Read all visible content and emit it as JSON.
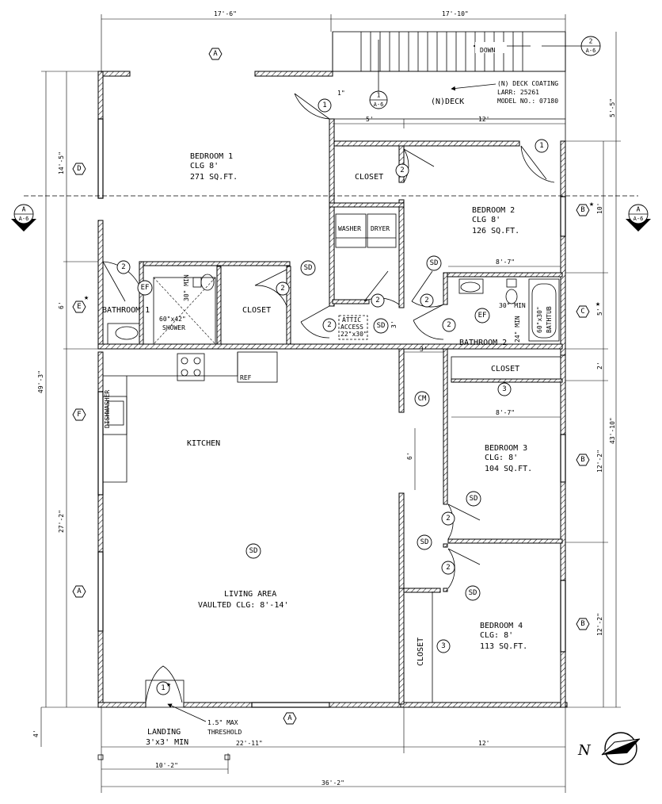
{
  "rooms": {
    "bedroom1": {
      "name": "BEDROOM 1",
      "clg": "CLG 8'",
      "area": "271 SQ.FT."
    },
    "bedroom2": {
      "name": "BEDROOM 2",
      "clg": "CLG 8'",
      "area": "126 SQ.FT."
    },
    "bedroom3": {
      "name": "BEDROOM 3",
      "clg": "CLG: 8'",
      "area": "104 SQ.FT."
    },
    "bedroom4": {
      "name": "BEDROOM 4",
      "clg": "CLG: 8'",
      "area": "113 SQ.FT."
    },
    "bathroom1": "BATHROOM 1",
    "bathroom2": "BATHROOM 2",
    "kitchen": "KITCHEN",
    "living": {
      "name": "LIVING AREA",
      "clg": "VAULTED CLG: 8'-14'"
    },
    "closet": "CLOSET",
    "deck": "(N)DECK",
    "landing": [
      "LANDING",
      "3'x3' MIN"
    ]
  },
  "fixtures": {
    "washer": "WASHER",
    "dryer": "DRYER",
    "ref": "REF",
    "dishwasher": "DISHWASHER",
    "shower": [
      "60\"x42\"",
      "SHOWER"
    ],
    "bathtub": [
      "60\"x30\"",
      "BATHTUB"
    ],
    "attic": [
      "ATTIC",
      "ACCESS",
      "22\"x30\""
    ],
    "down": "DOWN"
  },
  "notes": {
    "deck_coating": [
      "(N) DECK COATING",
      "LARR: 25261",
      "MODEL NO.: 07180"
    ],
    "threshold": [
      "1.5\" MAX",
      "THRESHOLD"
    ],
    "min30": "30\" MIN",
    "min24": "24\" MIN",
    "dim1": "1\""
  },
  "symbols": {
    "sd": "SD",
    "ef": "EF",
    "cm": "CM",
    "star": "★",
    "north": "N",
    "detail_ref": {
      "top": "1",
      "bottom": "A-6"
    },
    "detail_ref2": {
      "top": "2",
      "bottom": "A-6"
    },
    "section": {
      "top": "A",
      "bottom": "A-6"
    }
  },
  "dimensions": {
    "top_left": "17'-6\"",
    "top_right": "17'-10\"",
    "bottom_left": "22'-11\"",
    "bottom_right": "12'",
    "landing_w": "10'-2\"",
    "overall_w": "36'-2\"",
    "left_1": "14'-5\"",
    "left_2": "6'",
    "left_3": "27'-2\"",
    "left_overall": "49'-3\"",
    "left_4": "4'",
    "right_1": "5'-5\"",
    "right_2": "10'",
    "right_3": "5'",
    "right_4": "2'",
    "right_5": "12'-2\"",
    "right_6": "12'-2\"",
    "right_overall": "43'-10\"",
    "deck_5": "5'",
    "deck_12": "12'",
    "bed2_w": "8'-7\"",
    "bed3_w": "8'-7\"",
    "hall_3a": "3'",
    "hall_3b": "3'",
    "hall_6": "6'"
  },
  "wall_types": [
    "A",
    "B",
    "C",
    "D",
    "E",
    "F"
  ],
  "door_types": [
    "1",
    "2",
    "3"
  ]
}
